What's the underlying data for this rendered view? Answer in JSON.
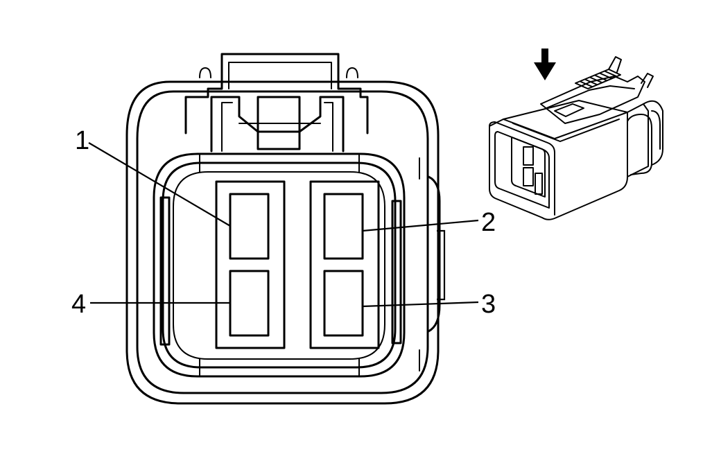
{
  "callouts": {
    "pin1": "1",
    "pin2": "2",
    "pin3": "3",
    "pin4": "4"
  },
  "colors": {
    "line": "#000000",
    "background": "#ffffff"
  },
  "icons": {
    "insertion_arrow": "arrow-down-icon"
  }
}
